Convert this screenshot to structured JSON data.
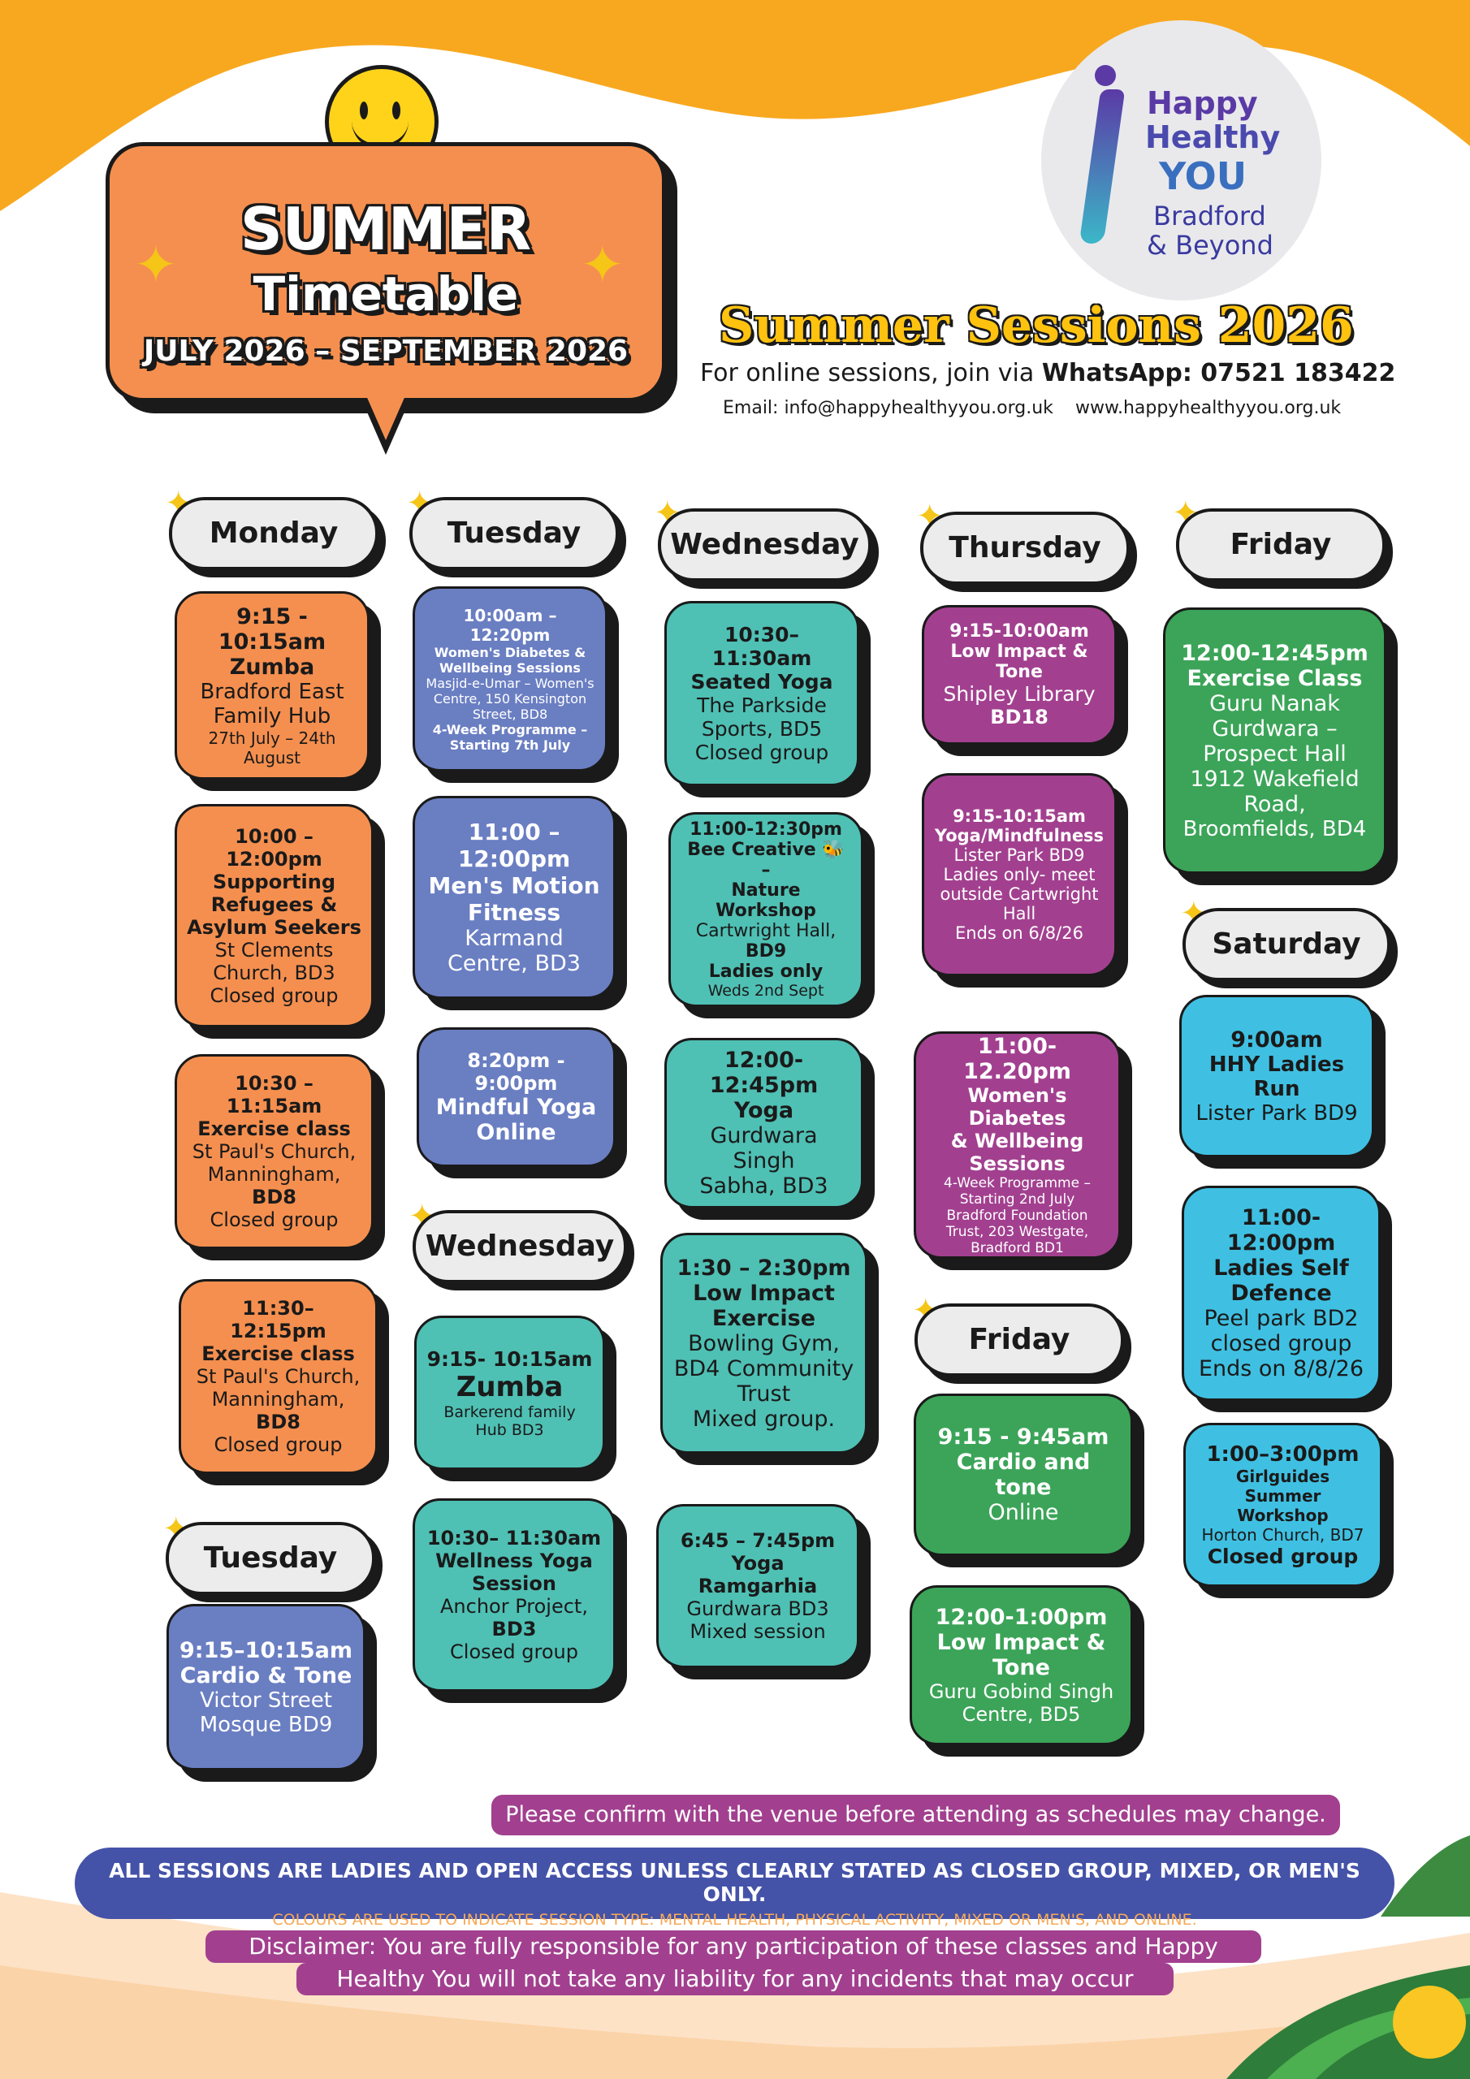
{
  "header": {
    "summer": "SUMMER",
    "timetable": "Timetable",
    "dates": "JULY 2026 – SEPTEMBER 2026",
    "sessions_title": "Summer Sessions 2026",
    "online_prefix": "For online sessions, join via",
    "whatsapp": "WhatsApp: 07521 183422",
    "email": "Email: info@happyhealthyyou.org.uk",
    "website": "www.happyhealthyyou.org.uk"
  },
  "logo": {
    "line1": "Happy",
    "line2": "Healthy",
    "line3": "YOU",
    "line4": "Bradford",
    "line5": "& Beyond"
  },
  "days": {
    "monday": "Monday",
    "tuesday": "Tuesday",
    "wednesday": "Wednesday",
    "thursday": "Thursday",
    "friday": "Friday",
    "saturday": "Saturday",
    "wednesday2": "Wednesday",
    "friday2": "Friday",
    "tuesday2": "Tuesday"
  },
  "sessions": {
    "mon1": {
      "l1": "9:15 - 10:15am",
      "l2": "Zumba",
      "l3": "Bradford East",
      "l4": "Family Hub",
      "l5": "27th July – 24th",
      "l6": "August"
    },
    "mon2": {
      "l1": "10:00 – 12:00pm",
      "l2": "Supporting",
      "l3": "Refugees &",
      "l4": "Asylum Seekers",
      "l5": "St Clements",
      "l6": "Church, BD3",
      "l7": "Closed group"
    },
    "mon3": {
      "l1": "10:30 – 11:15am",
      "l2": "Exercise class",
      "l3": "St Paul's Church,",
      "l4": "Manningham,",
      "l5": "BD8",
      "l6": "Closed group"
    },
    "mon4": {
      "l1": "11:30– 12:15pm",
      "l2": "Exercise class",
      "l3": "St Paul's Church,",
      "l4": "Manningham,",
      "l5": "BD8",
      "l6": "Closed group"
    },
    "tue_b": {
      "l1": "9:15–10:15am",
      "l2": "Cardio & Tone",
      "l3": "Victor Street",
      "l4": "Mosque  BD9"
    },
    "tue1": {
      "l1": "10:00am – 12:20pm",
      "l2": "Women's Diabetes &",
      "l3": "Wellbeing Sessions",
      "l4": "Masjid-e-Umar – Women's",
      "l5": "Centre, 150 Kensington",
      "l6": "Street, BD8",
      "l7": "4-Week Programme –",
      "l8": "Starting 7th July"
    },
    "tue2": {
      "l1": "11:00 – 12:00pm",
      "l2": "Men's Motion",
      "l3": "Fitness",
      "l4": "Karmand",
      "l5": "Centre, BD3"
    },
    "tue3": {
      "l1": "8:20pm - 9:00pm",
      "l2": "Mindful Yoga",
      "l3": "Online"
    },
    "wedb1": {
      "l1": "9:15- 10:15am",
      "l2": "Zumba",
      "l3": "Barkerend family",
      "l4": "Hub BD3"
    },
    "wedb2": {
      "l1": "10:30– 11:30am",
      "l2": "Wellness Yoga",
      "l3": "Session",
      "l4": "Anchor Project,",
      "l5": "BD3",
      "l6": "Closed group"
    },
    "wed1": {
      "l1": "10:30– 11:30am",
      "l2": "Seated Yoga",
      "l3": "The Parkside",
      "l4": "Sports, BD5",
      "l5": "Closed group"
    },
    "wed2": {
      "l1": "11:00-12:30pm",
      "l2": "Bee Creative 🐝 –",
      "l3": "Nature Workshop",
      "l4": "Cartwright Hall,",
      "l5": "BD9",
      "l6": "Ladies only",
      "l7": "Weds 2nd Sept"
    },
    "wed3": {
      "l1": "12:00-12:45pm",
      "l2": "Yoga",
      "l3": "Gurdwara Singh",
      "l4": "Sabha, BD3"
    },
    "wed4": {
      "l1": "1:30 – 2:30pm",
      "l2": "Low Impact",
      "l3": "Exercise",
      "l4": "Bowling Gym,",
      "l5": "BD4 Community",
      "l6": "Trust",
      "l7": "Mixed group."
    },
    "wed5": {
      "l1": "6:45 – 7:45pm",
      "l2": "Yoga",
      "l3": "Ramgarhia",
      "l4": "Gurdwara BD3",
      "l5": "Mixed session"
    },
    "thu1": {
      "l1": "9:15-10:00am",
      "l2": "Low Impact & Tone",
      "l3": "Shipley Library",
      "l4": "BD18"
    },
    "thu2": {
      "l1": "9:15-10:15am",
      "l2": "Yoga/Mindfulness",
      "l3": "Lister Park BD9",
      "l4": "Ladies only- meet",
      "l5": "outside Cartwright",
      "l6": "Hall",
      "l7": "Ends on 6/8/26"
    },
    "thu3": {
      "l1": "11:00-12.20pm",
      "l2": "Women's Diabetes",
      "l3": "& Wellbeing",
      "l4": "Sessions",
      "l5": "4-Week Programme –",
      "l6": "Starting 2nd July",
      "l7": "Bradford Foundation",
      "l8": "Trust, 203 Westgate,",
      "l9": "Bradford BD1"
    },
    "fri2a": {
      "l1": "9:15 - 9:45am",
      "l2": "Cardio and tone",
      "l3": "Online"
    },
    "fri2b": {
      "l1": "12:00-1:00pm",
      "l2": "Low Impact &",
      "l3": "Tone",
      "l4": "Guru Gobind Singh",
      "l5": "Centre, BD5"
    },
    "fri1": {
      "l1": "12:00-12:45pm",
      "l2": "Exercise Class",
      "l3": "Guru Nanak",
      "l4": "Gurdwara –",
      "l5": "Prospect Hall",
      "l6": "1912 Wakefield",
      "l7": "Road,",
      "l8": "Broomfields, BD4"
    },
    "sat1": {
      "l1": "9:00am",
      "l2": "HHY Ladies Run",
      "l3": "Lister Park BD9"
    },
    "sat2": {
      "l1": "11:00-12:00pm",
      "l2": "Ladies Self",
      "l3": "Defence",
      "l4": "Peel park BD2",
      "l5": "closed group",
      "l6": "Ends on 8/8/26"
    },
    "sat3": {
      "l1": "1:00–3:00pm",
      "l2": "Girlguides Summer",
      "l3": "Workshop",
      "l4": "Horton Church, BD7",
      "l5": "Closed group"
    }
  },
  "footer": {
    "confirm": "Please confirm with the venue before attending as schedules may change.",
    "all_sessions": "ALL SESSIONS ARE LADIES AND OPEN ACCESS UNLESS CLEARLY STATED AS CLOSED GROUP, MIXED, OR MEN'S ONLY.",
    "colours": "COLOURS ARE USED TO INDICATE SESSION TYPE: MENTAL HEALTH, PHYSICAL ACTIVITY, MIXED OR MEN'S, AND ONLINE.",
    "disclaimer1": "Disclaimer: You are fully responsible for any participation of these classes and Happy",
    "disclaimer2": "Healthy You will not take any liability for any incidents that may occur"
  },
  "colors": {
    "orange": "#f58f4f",
    "blue": "#6a7ec2",
    "teal": "#4fc0b4",
    "purple": "#a2408f",
    "green": "#3ba458",
    "cyan": "#3fc0e2",
    "navy": "#4452a8"
  }
}
